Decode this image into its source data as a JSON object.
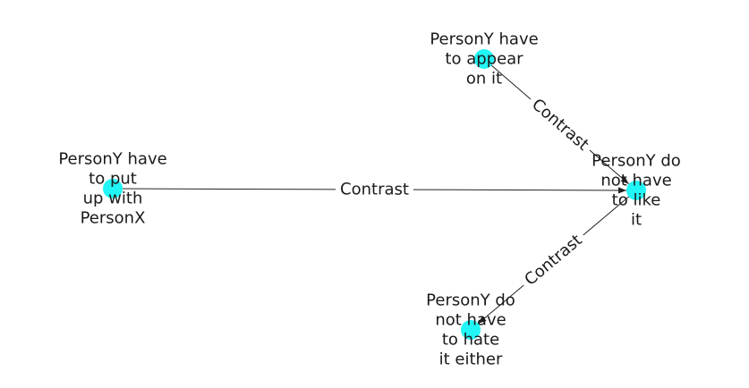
{
  "colors": {
    "node": "#22f5f5",
    "edge": "#222222",
    "text": "#1a1a1a",
    "label_bg": "#ffffff"
  },
  "nodes": [
    {
      "id": "n1",
      "lines": [
        "PersonY have",
        "to appear",
        "on it"
      ]
    },
    {
      "id": "n2",
      "lines": [
        "PersonY have",
        "to put",
        "up with",
        "PersonX"
      ]
    },
    {
      "id": "n3",
      "lines": [
        "PersonY do",
        "not have",
        "to like",
        "it"
      ]
    },
    {
      "id": "n4",
      "lines": [
        "PersonY do",
        "not have",
        "to hate",
        "it either"
      ]
    }
  ],
  "edges": [
    {
      "from": "n1",
      "to": "n3",
      "label": "Contrast"
    },
    {
      "from": "n2",
      "to": "n3",
      "label": "Contrast"
    },
    {
      "from": "n3",
      "to": "n4",
      "label": "Contrast"
    }
  ]
}
